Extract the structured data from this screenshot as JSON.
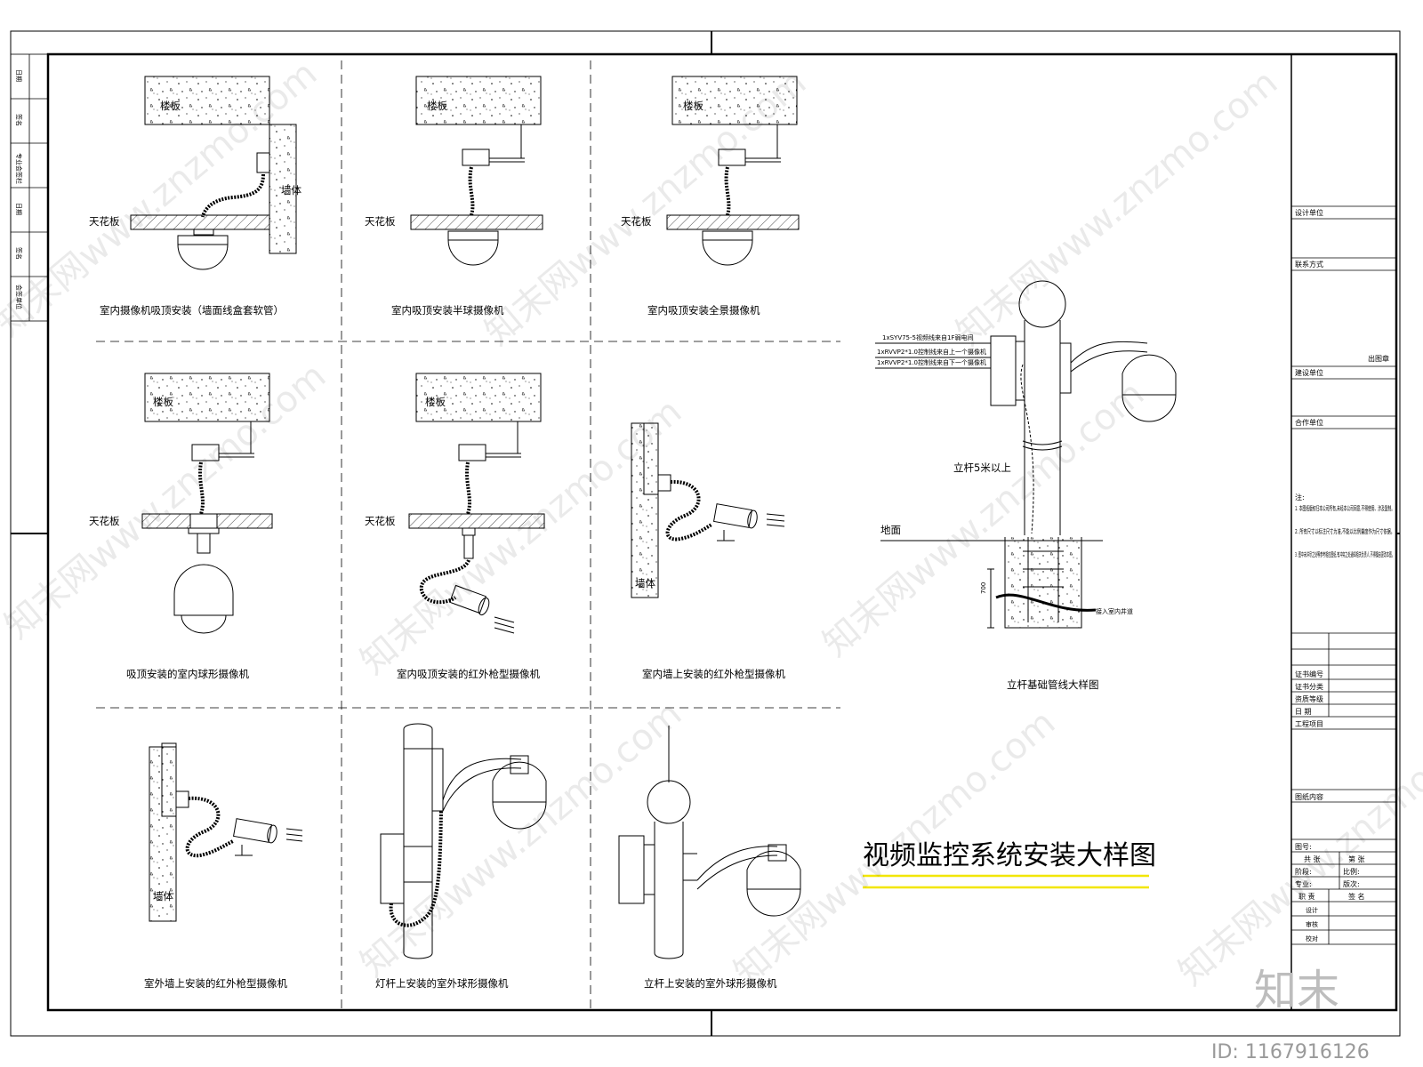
{
  "sheet": {
    "title": "视频监控系统安装大样图",
    "watermark": "知末网www.znzmo.com",
    "logo_text": "知末",
    "id_text": "ID: 1167916126",
    "accent_underline": "#f2e600"
  },
  "labels": {
    "floor_slab": "楼板",
    "ceiling": "天花板",
    "wall": "墙体",
    "ground": "地面",
    "pole_height": "立杆5米以上",
    "depth": "700",
    "cable1": "1xSYV75-5视频线来自1F弱电间",
    "cable2": "1xRVVP2*1.0控制线来自上一个摄像机",
    "cable3": "1xRVVP2*1.0控制线来自下一个摄像机",
    "conduit": "接入室内井道"
  },
  "captions": {
    "c1": "室内摄像机吸顶安装（墙面线盒套软管）",
    "c2": "室内吸顶安装半球摄像机",
    "c3": "室内吸顶安装全景摄像机",
    "c4": "吸顶安装的室内球形摄像机",
    "c5": "室内吸顶安装的红外枪型摄像机",
    "c6": "室内墙上安装的红外枪型摄像机",
    "c7": "室外墙上安装的红外枪型摄像机",
    "c8": "灯杆上安装的室外球形摄像机",
    "c9": "立杆上安装的室外球形摄像机",
    "c10": "立杆基础管线大样图"
  },
  "left_strip": [
    "日期",
    "签名",
    "专业会签栏",
    "日期",
    "签名",
    "会签单位"
  ],
  "titleblock": {
    "design_unit": "设计单位",
    "contact": "联系方式",
    "issue": "出图章",
    "build_unit": "建设单位",
    "coop_unit": "合作单位",
    "notes_title": "注:",
    "notes": [
      "1.  本图纸版权归本公司所有,未经本公司同意,不得使用、涉及复制。",
      "2.  所有尺寸以标注尺寸为准,不能以比例量度作为尺寸依据。",
      "3.  图中未详尽之处等参考相应图纸,有冲突之处通知相关负责人,不得擅自更改本图。"
    ],
    "cert_no": "证书编号",
    "cert_class": "证书分类",
    "qual_level": "资质等级",
    "date": "日    期",
    "project": "工程项目",
    "drawing_content": "图纸内容",
    "drawing_no": "图号:",
    "total": "共    张",
    "sheet_no": "第    张",
    "stage": "阶段:",
    "scale": "比例:",
    "discipline": "专业:",
    "version": "版次:",
    "role": "职  责",
    "sign": "签  名",
    "design": "设计",
    "check": "审核",
    "audit": "校对"
  }
}
